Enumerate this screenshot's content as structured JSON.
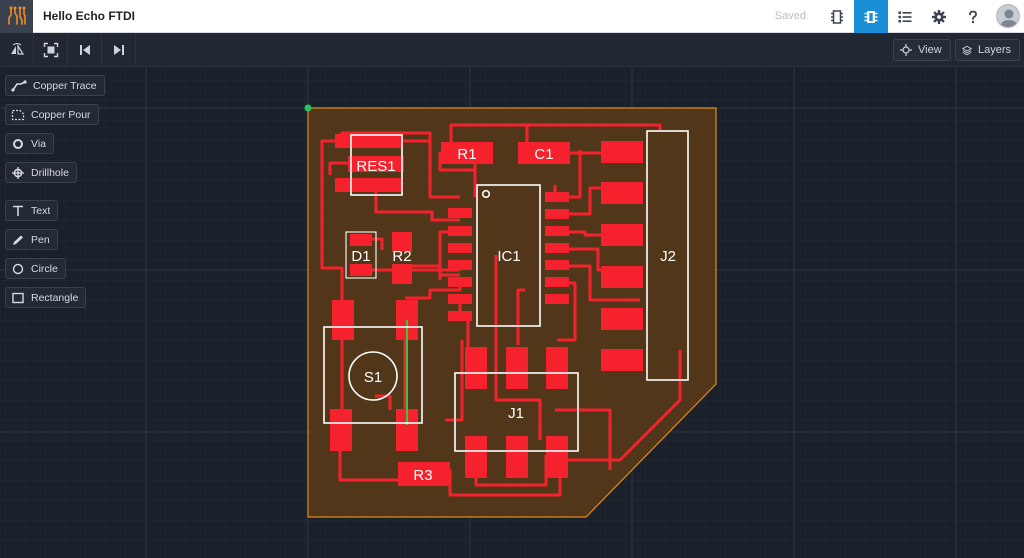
{
  "header": {
    "project_title": "Hello Echo FTDI",
    "status": "Saved",
    "buttons": [
      {
        "icon": "schematic-chip-icon",
        "active": false
      },
      {
        "icon": "pcb-chip-icon",
        "active": true
      },
      {
        "icon": "list-icon",
        "active": false
      },
      {
        "icon": "gear-icon",
        "active": false
      },
      {
        "icon": "help-icon",
        "active": false
      }
    ]
  },
  "toolbar": {
    "view_label": "View",
    "layers_label": "Layers"
  },
  "tools": [
    {
      "label": "Copper Trace",
      "icon": "copper-trace-icon"
    },
    {
      "label": "Copper Pour",
      "icon": "copper-pour-icon"
    },
    {
      "label": "Via",
      "icon": "via-icon"
    },
    {
      "label": "Drillhole",
      "icon": "drillhole-icon"
    },
    {
      "label": "Text",
      "icon": "text-icon"
    },
    {
      "label": "Pen",
      "icon": "pen-icon"
    },
    {
      "label": "Circle",
      "icon": "circle-icon"
    },
    {
      "label": "Rectangle",
      "icon": "rectangle-icon"
    }
  ],
  "components": {
    "res1": "RES1",
    "r1": "R1",
    "c1": "C1",
    "d1": "D1",
    "r2": "R2",
    "ic1": "IC1",
    "j2": "J2",
    "s1": "S1",
    "j1": "J1",
    "r3": "R3"
  },
  "colors": {
    "accent": "#1a8fd8",
    "copper": "#f5222d",
    "board_outline": "#e08a1e",
    "canvas_bg": "#1b212b"
  }
}
